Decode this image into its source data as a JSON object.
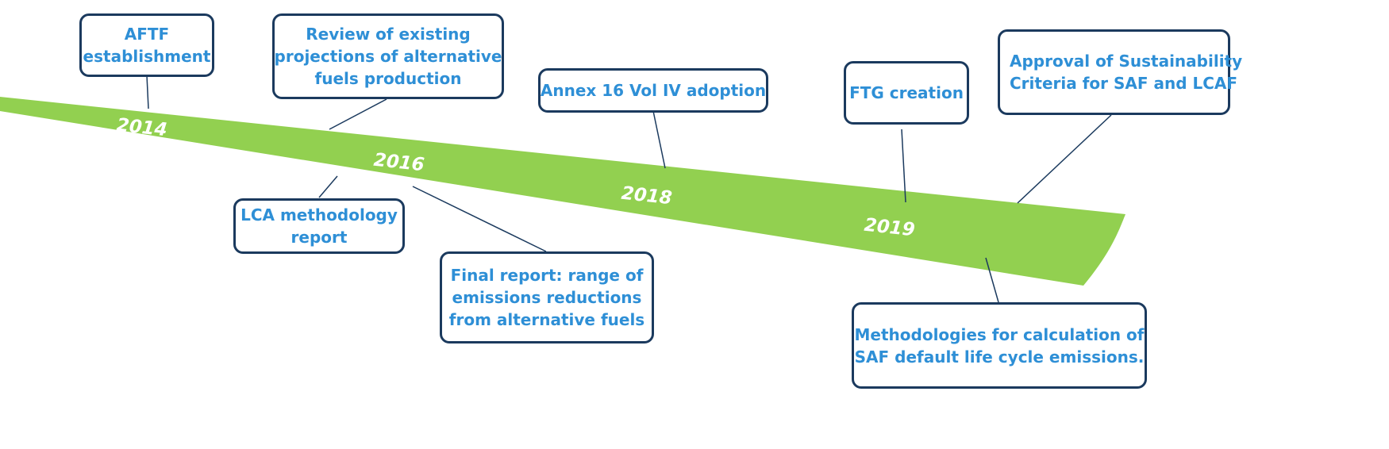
{
  "timeline": {
    "colors": {
      "band": "#92d050",
      "box_border": "#1b3a5e",
      "box_text": "#2e8fd6",
      "connector": "#1b3a5e",
      "year_text": "#ffffff"
    },
    "years": [
      "2014",
      "2016",
      "2018",
      "2019"
    ],
    "events_above": [
      {
        "lines": [
          "AFTF",
          "establishment"
        ]
      },
      {
        "lines": [
          "Review of existing",
          "projections of alternative",
          "fuels production"
        ]
      },
      {
        "lines": [
          "Annex 16 Vol IV adoption"
        ]
      },
      {
        "lines": [
          "FTG creation"
        ]
      },
      {
        "lines": [
          "Approval of Sustainability",
          "Criteria for SAF and LCAF"
        ]
      }
    ],
    "events_below": [
      {
        "lines": [
          "LCA methodology",
          "report"
        ]
      },
      {
        "lines": [
          "Final report: range of",
          "emissions reductions",
          "from alternative fuels"
        ]
      },
      {
        "lines": [
          "Methodologies for calculation of",
          "SAF default life cycle emissions."
        ]
      }
    ]
  }
}
